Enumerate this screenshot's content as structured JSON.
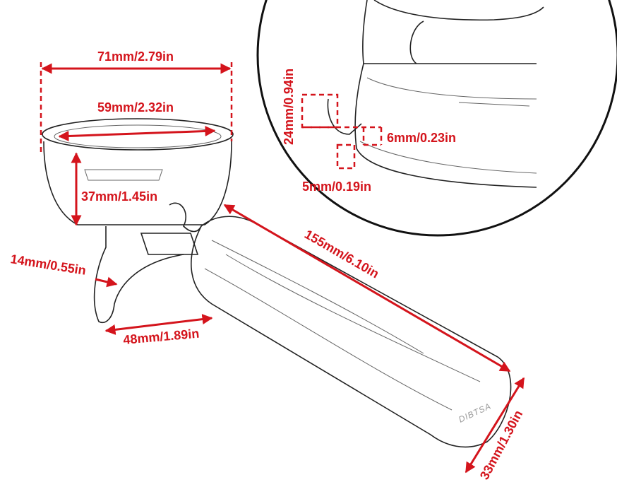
{
  "dimensions": {
    "outer_diameter": "71mm/2.79in",
    "inner_diameter": "59mm/2.32in",
    "basket_depth": "37mm/1.45in",
    "spout_width": "14mm/0.55in",
    "spout_length": "48mm/1.89in",
    "handle_length": "155mm/6.10in",
    "handle_width": "33mm/1.30in",
    "lug_height": "24mm/0.94in",
    "lug_depth": "6mm/0.23in",
    "lug_width": "5mm/0.19in"
  },
  "handle_brand": "DIBTSA",
  "colors": {
    "dimension": "#d4141c",
    "sketch": "#222222"
  }
}
